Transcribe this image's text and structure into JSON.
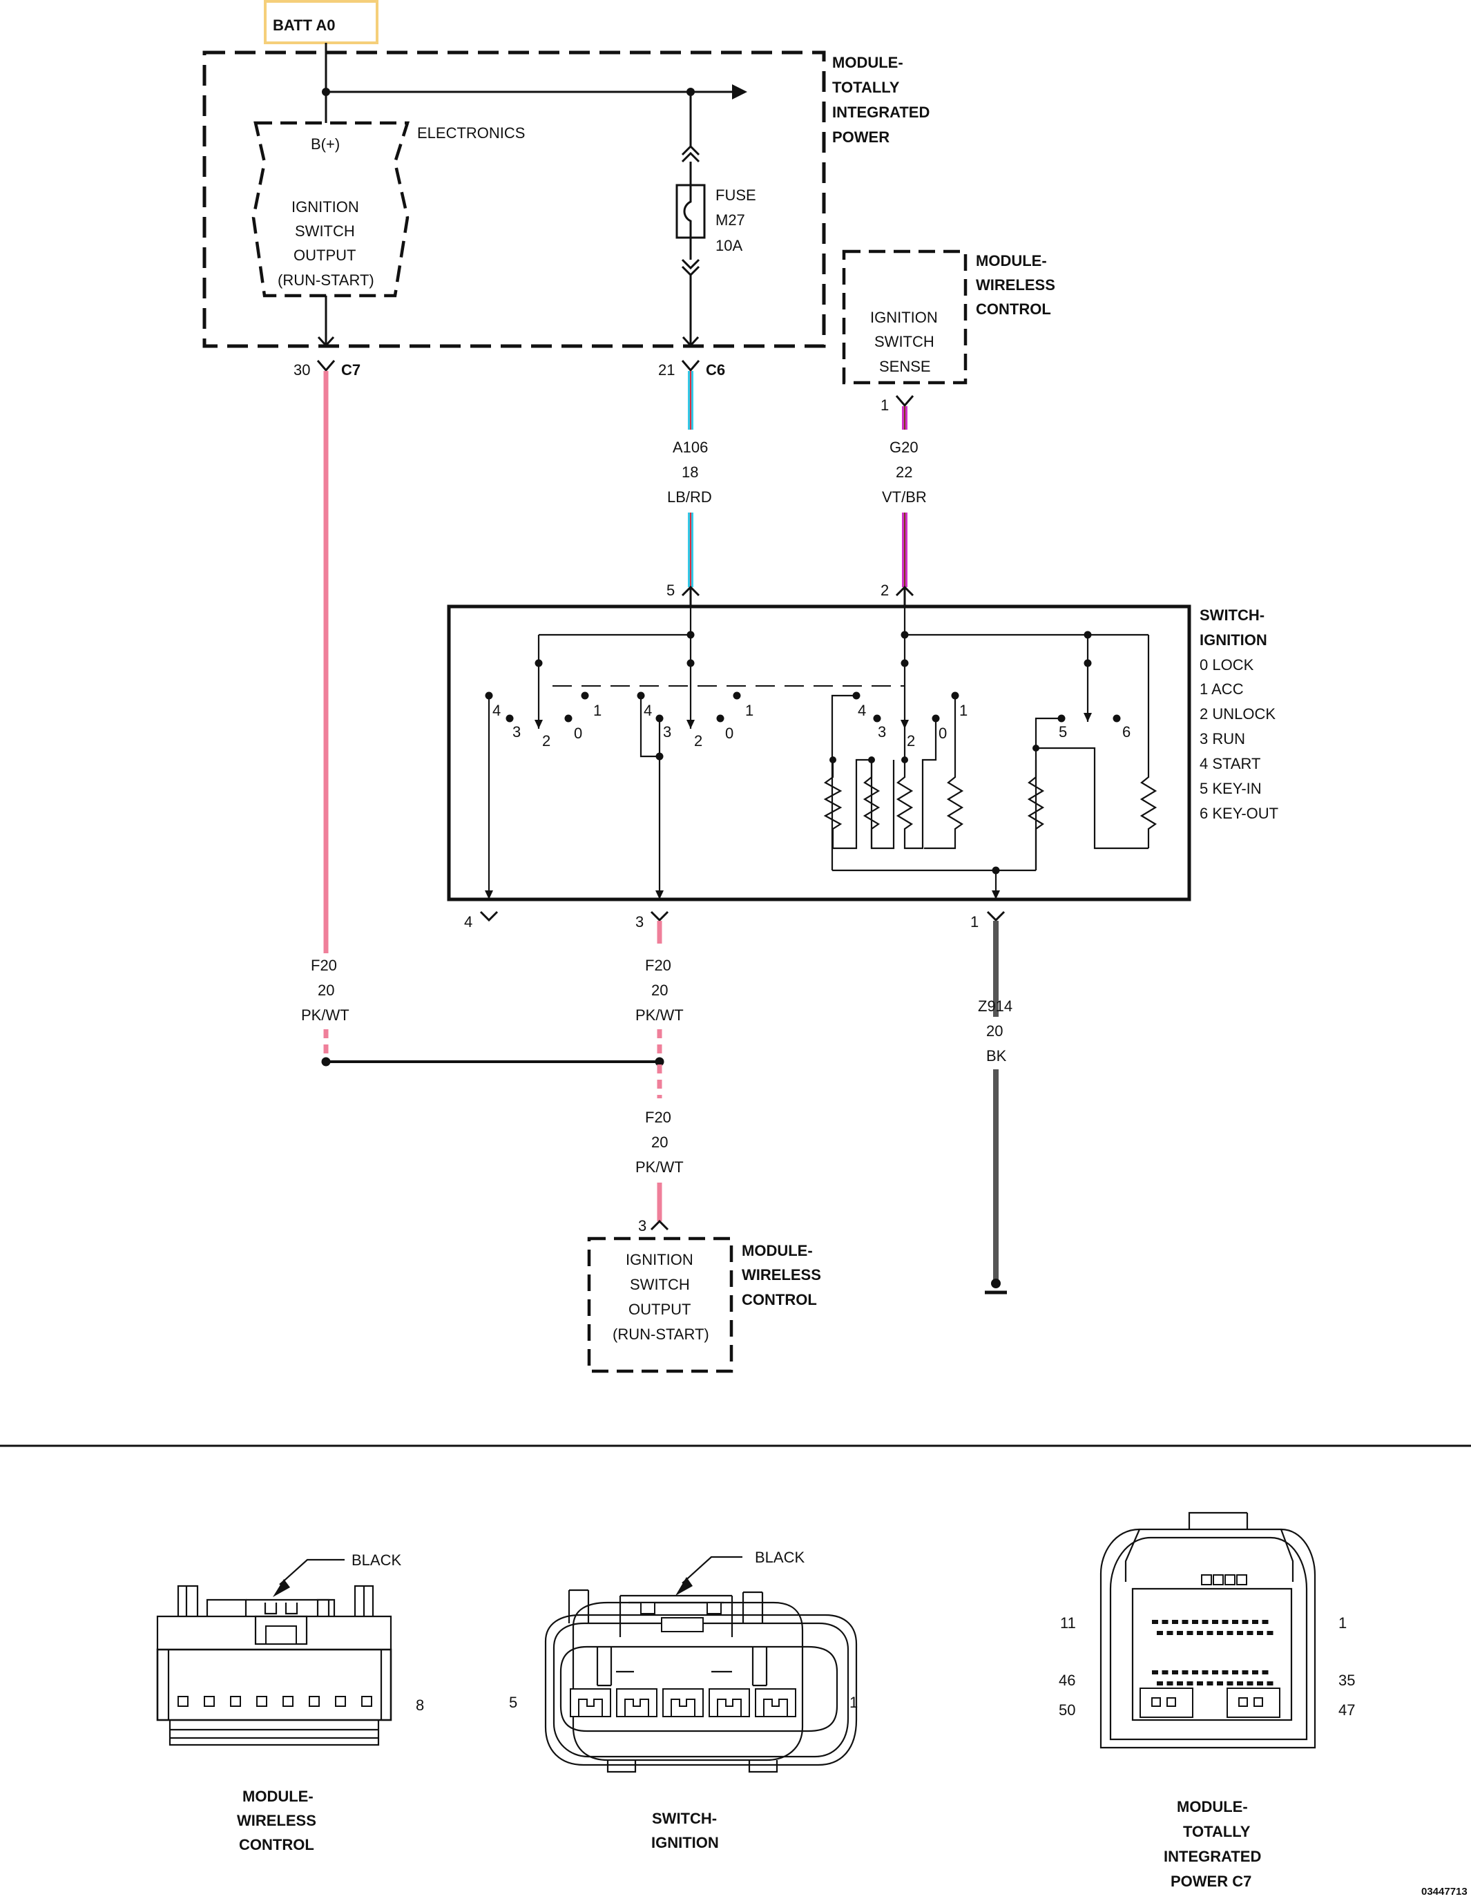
{
  "colors": {
    "batt_box": "#f5cf7a",
    "wire_pink": "#ef7f9a",
    "wire_lb": "#34c8e6",
    "wire_rd": "#d83040",
    "wire_vt": "#d030c8",
    "wire_bk": "#555555",
    "line": "#111111"
  },
  "batt_label": "BATT A0",
  "tip": {
    "title": [
      "MODULE-",
      "TOTALLY",
      "INTEGRATED",
      "POWER"
    ],
    "electronics": "ELECTRONICS",
    "b_plus": "B(+)",
    "ign_output": [
      "IGNITION",
      "SWITCH",
      "OUTPUT",
      "(RUN-START)"
    ],
    "fuse": [
      "FUSE",
      "M27",
      "10A"
    ],
    "pin_c7": "30",
    "conn_c7": "C7",
    "pin_c6": "21",
    "conn_c6": "C6"
  },
  "wcm_top": {
    "title": [
      "MODULE-",
      "WIRELESS",
      "CONTROL"
    ],
    "sense": [
      "IGNITION",
      "SWITCH",
      "SENSE"
    ],
    "pin": "1"
  },
  "wires": {
    "a106": [
      "A106",
      "18",
      "LB/RD"
    ],
    "g20": [
      "G20",
      "22",
      "VT/BR"
    ],
    "f20_left": [
      "F20",
      "20",
      "PK/WT"
    ],
    "f20_mid": [
      "F20",
      "20",
      "PK/WT"
    ],
    "f20_bottom": [
      "F20",
      "20",
      "PK/WT"
    ],
    "z914": [
      "Z914",
      "20",
      "BK"
    ]
  },
  "switch": {
    "title": [
      "SWITCH-",
      "IGNITION"
    ],
    "positions": [
      "0 LOCK",
      "1 ACC",
      "2 UNLOCK",
      "3 RUN",
      "4 START",
      "5 KEY-IN",
      "6 KEY-OUT"
    ],
    "pin_top_a": "5",
    "pin_top_b": "2",
    "pin_b4": "4",
    "pin_b3": "3",
    "pin_b1": "1",
    "grp1": [
      "4",
      "3",
      "2",
      "0",
      "1"
    ],
    "grp2": [
      "4",
      "3",
      "2",
      "0",
      "1"
    ],
    "grp3": [
      "4",
      "3",
      "2",
      "0",
      "1"
    ],
    "grp4": [
      "5",
      "6"
    ]
  },
  "wcm_bottom": {
    "title": [
      "MODULE-",
      "WIRELESS",
      "CONTROL"
    ],
    "output": [
      "IGNITION",
      "SWITCH",
      "OUTPUT",
      "(RUN-START)"
    ],
    "pin": "3"
  },
  "connectors": {
    "wcm": {
      "color": "BLACK",
      "pin_right": "8",
      "label": [
        "MODULE-",
        "WIRELESS",
        "CONTROL"
      ]
    },
    "switch": {
      "color": "BLACK",
      "pin_left": "5",
      "pin_right": "1",
      "label": [
        "SWITCH-",
        "IGNITION"
      ]
    },
    "tip": {
      "pins": [
        "11",
        "1",
        "46",
        "35",
        "50",
        "47"
      ],
      "label": [
        "MODULE-",
        "TOTALLY",
        "INTEGRATED",
        "POWER C7"
      ]
    }
  },
  "figure_id": "03447713"
}
